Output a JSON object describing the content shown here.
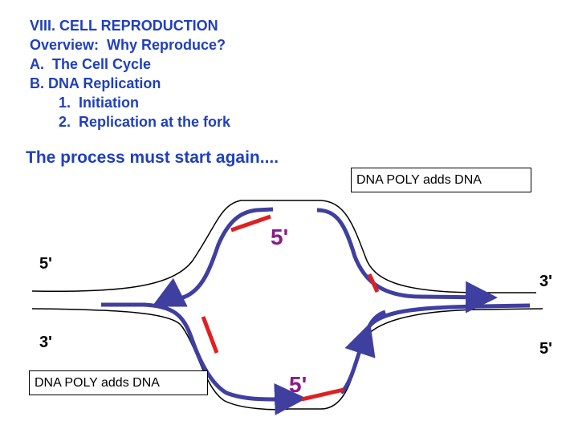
{
  "outline": {
    "title": "VIII. CELL REPRODUCTION",
    "item_overview": "Overview:  Why Reproduce?",
    "item_a": "A.  The Cell Cycle",
    "item_b": "B. DNA Replication",
    "sub_1": "1.  Initiation",
    "sub_2": "2.  Replication at the fork"
  },
  "heading": "The process must start again....",
  "boxes": {
    "top": "DNA POLY  adds DNA",
    "bottom": "DNA POLY  adds DNA"
  },
  "labels": {
    "left_top": "5'",
    "left_bottom": "3'",
    "right_top": "3'",
    "right_bottom": "5'",
    "primer_top": "5'",
    "primer_bottom": "5'"
  },
  "colors": {
    "text_blue": "#1f3fbf",
    "strand_new": "#3f3fa0",
    "primer": "#e02020",
    "primer_label": "#8b1a8b"
  }
}
